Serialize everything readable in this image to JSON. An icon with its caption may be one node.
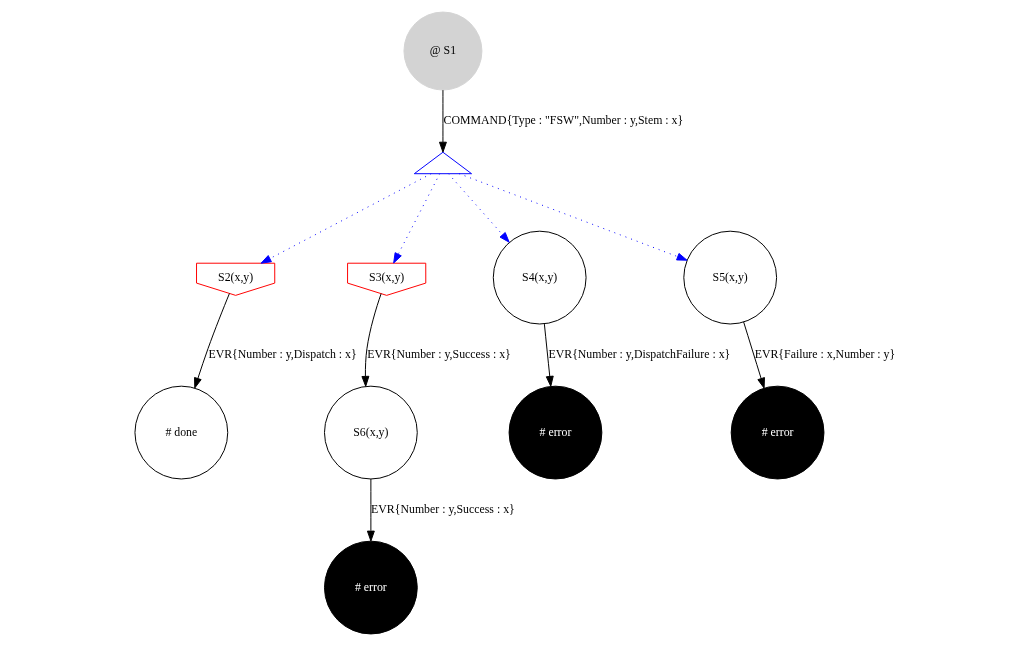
{
  "diagram": {
    "nodes": [
      {
        "text": [
          "@ S1"
        ]
      },
      {
        "text": [],
        "shape": "triangle"
      },
      {
        "text": [
          "S2(x,y)"
        ]
      },
      {
        "text": [
          "S3(x,y)"
        ]
      },
      {
        "text": [
          "S4(x,y)"
        ]
      },
      {
        "text": [
          "S5(x,y)"
        ]
      },
      {
        "text": [
          "# done"
        ]
      },
      {
        "text": [
          "S6(x,y)"
        ]
      },
      {
        "text": [
          "# error"
        ]
      },
      {
        "text": [
          "# error"
        ]
      },
      {
        "text": [
          "# error"
        ]
      }
    ],
    "edges": [
      {
        "from": 0,
        "to": 1,
        "arrow": "to",
        "label": "COMMAND{Type : \"FSW\",Number : y,Stem : x}"
      },
      {
        "from": 1,
        "to": 2,
        "arrow": "to",
        "style": "dashed",
        "color": "#0000ff"
      },
      {
        "from": 1,
        "to": 3,
        "arrow": "to",
        "style": "dashed",
        "color": "#0000ff"
      },
      {
        "from": 1,
        "to": 4,
        "arrow": "to",
        "style": "dashed",
        "color": "#0000ff"
      },
      {
        "from": 1,
        "to": 5,
        "arrow": "to",
        "style": "dashed",
        "color": "#0000ff"
      },
      {
        "from": 2,
        "to": 6,
        "arrow": "to",
        "label": "EVR{Number : y,Dispatch : x}"
      },
      {
        "from": 3,
        "to": 7,
        "arrow": "to",
        "label": "EVR{Number : y,Success : x}"
      },
      {
        "from": 4,
        "to": 8,
        "arrow": "to",
        "label": "EVR{Number : y,DispatchFailure : x}"
      },
      {
        "from": 5,
        "to": 9,
        "arrow": "to",
        "label": "EVR{Failure : x,Number : y}"
      },
      {
        "from": 7,
        "to": 10,
        "arrow": "to",
        "label": "EVR{Number : y,Success : x}"
      }
    ]
  }
}
